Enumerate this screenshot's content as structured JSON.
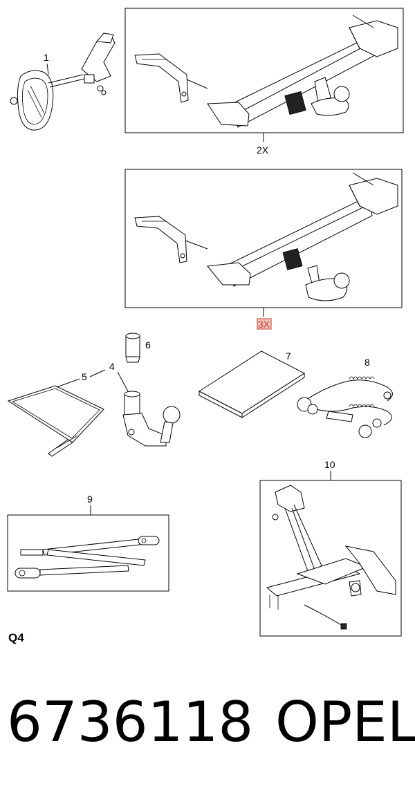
{
  "callouts": {
    "c1": "1",
    "c2x": "2X",
    "c3x": "3X",
    "c4": "4",
    "c5": "5",
    "c6": "6",
    "c7": "7",
    "c8": "8",
    "c9": "9",
    "c10": "10"
  },
  "section_label": "Q4",
  "part_number": "6736118",
  "brand": "OPEL",
  "colors": {
    "highlight": "#c0392b",
    "line": "#000000",
    "background": "#ffffff"
  }
}
